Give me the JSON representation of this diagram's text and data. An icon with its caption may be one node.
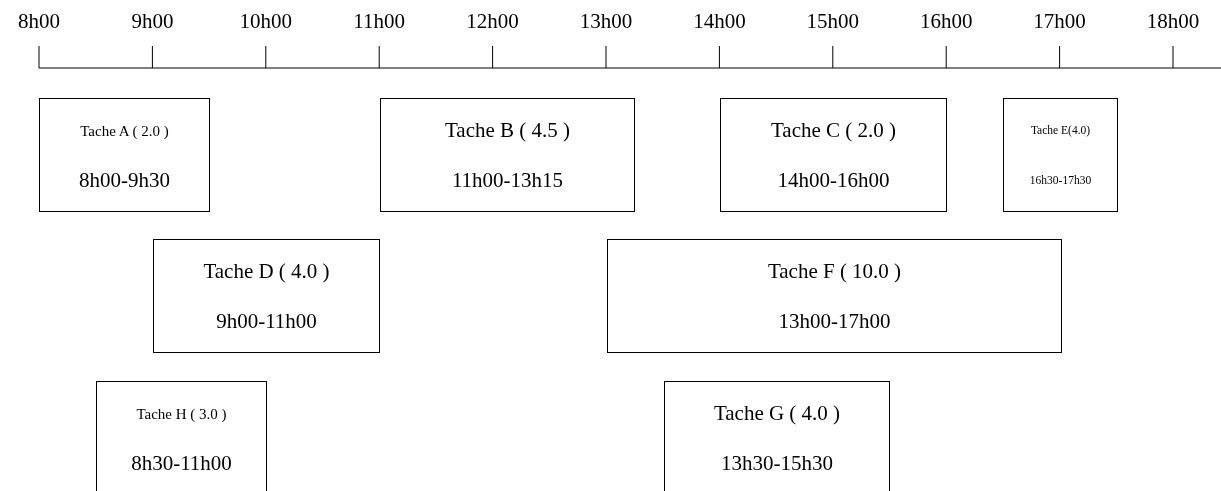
{
  "diagram": {
    "nodes": [
      {
        "text": [
          "Tache A ( 2.0 )",
          "8h00-9h30"
        ]
      },
      {
        "text": [
          "Tache B ( 4.5 )",
          "11h00-13h15"
        ]
      },
      {
        "text": [
          "Tache C ( 2.0 )",
          "14h00-16h00"
        ]
      },
      {
        "text": [
          "Tache E(4.0)",
          "16h30-17h30"
        ]
      },
      {
        "text": [
          "Tache D ( 4.0 )",
          "9h00-11h00"
        ]
      },
      {
        "text": [
          "Tache F ( 10.0 )",
          "13h00-17h00"
        ]
      },
      {
        "text": [
          "Tache H ( 3.0 )",
          "8h30-11h00"
        ]
      },
      {
        "text": [
          "Tache G ( 4.0 )",
          "13h30-15h30"
        ]
      }
    ],
    "labels": [
      "8h00",
      "9h00",
      "10h00",
      "11h00",
      "12h00",
      "13h00",
      "14h00",
      "15h00",
      "16h00",
      "17h00",
      "18h00"
    ]
  }
}
